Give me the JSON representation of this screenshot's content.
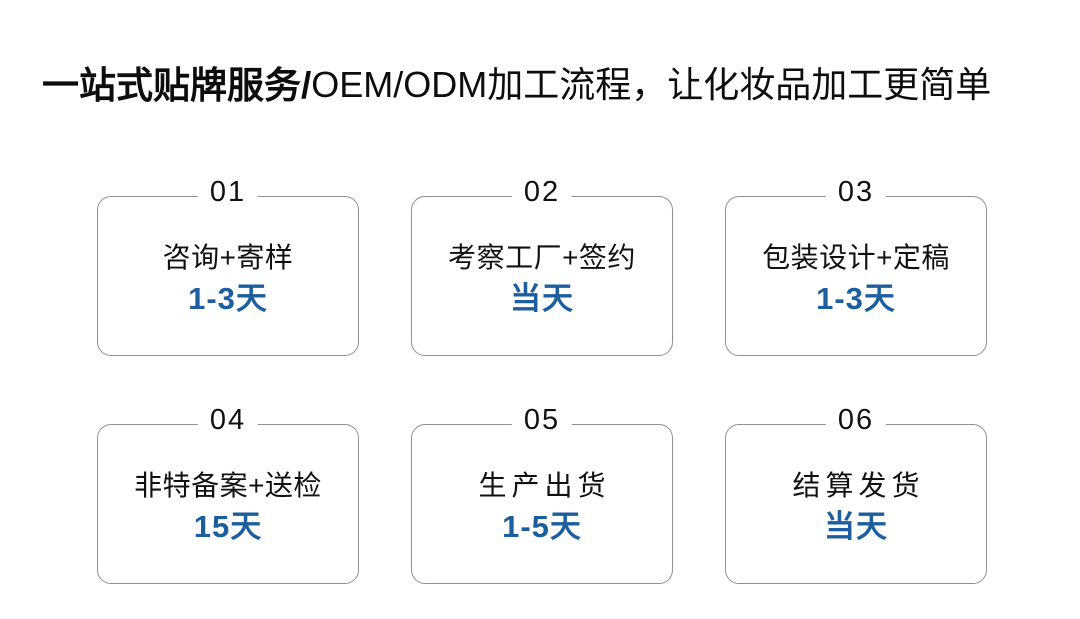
{
  "heading": {
    "strong": "一站式贴牌服务/",
    "rest": "OEM/ODM加工流程，让化妆品加工更简单"
  },
  "colors": {
    "accent_blue": "#1C5E9E",
    "text_black": "#111111",
    "card_border": "#8F9093",
    "background": "#FFFFFF"
  },
  "cards": [
    {
      "number": "01",
      "title": "咨询+寄样",
      "duration": "1-3天"
    },
    {
      "number": "02",
      "title": "考察工厂+签约",
      "duration": "当天"
    },
    {
      "number": "03",
      "title": "包装设计+定稿",
      "duration": "1-3天"
    },
    {
      "number": "04",
      "title": "非特备案+送检",
      "duration": "15天"
    },
    {
      "number": "05",
      "title": "生产出货",
      "duration": "1-5天"
    },
    {
      "number": "06",
      "title": "结算发货",
      "duration": "当天"
    }
  ]
}
